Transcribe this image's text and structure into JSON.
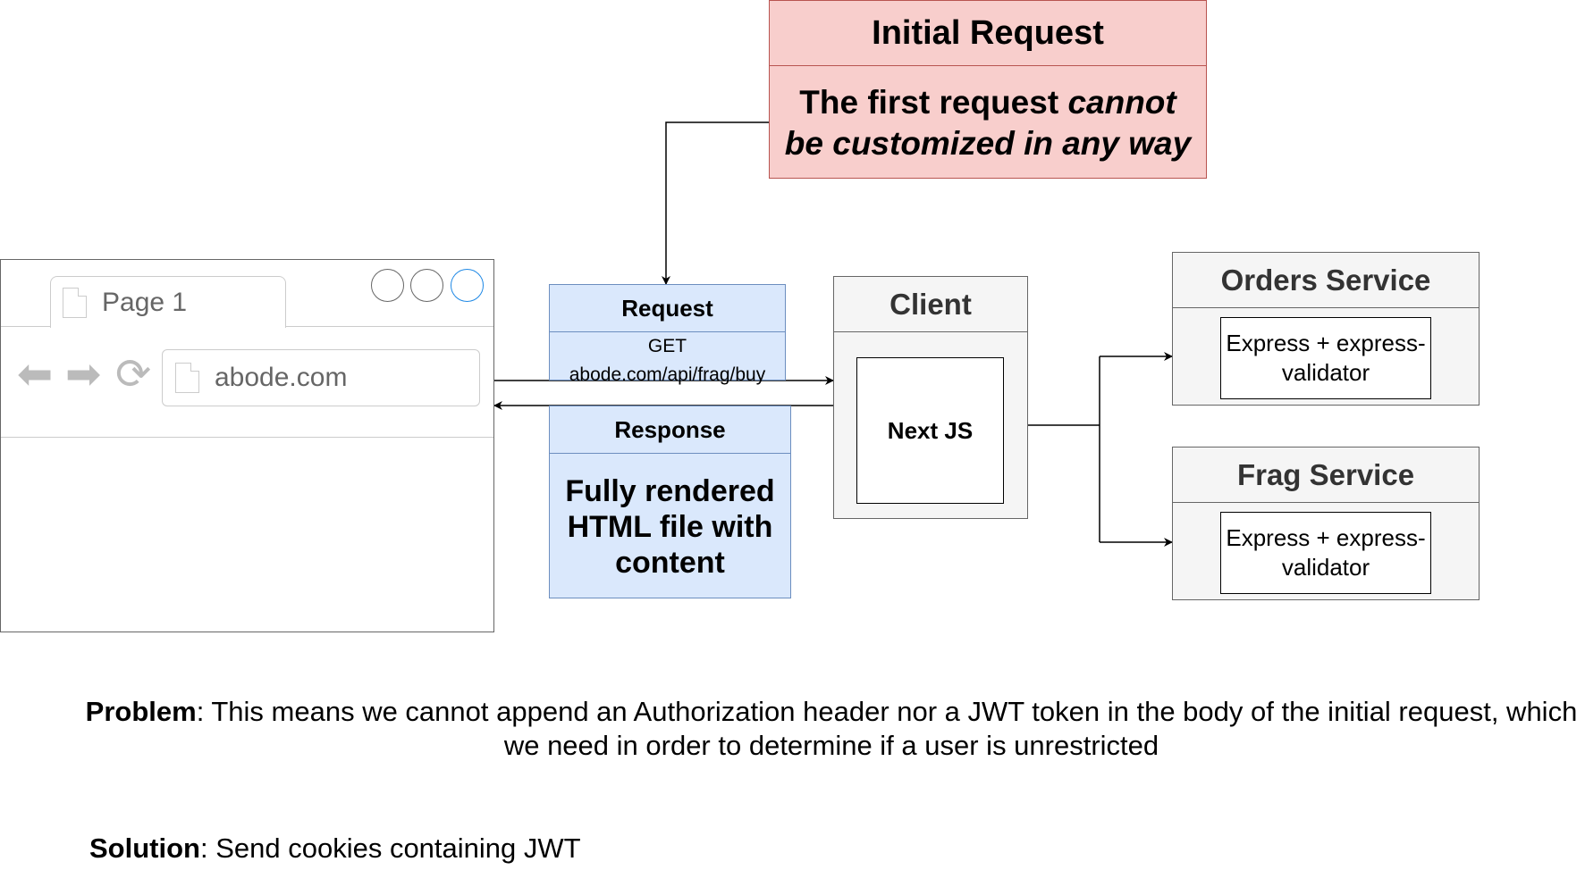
{
  "initial_request": {
    "title": "Initial Request",
    "body_plain": "The first request ",
    "body_italic_1": "cannot",
    "body_italic_2": "be customized in any way"
  },
  "browser": {
    "tab_label": "Page 1",
    "address": "abode.com"
  },
  "request": {
    "title": "Request",
    "method": "GET",
    "url": "abode.com/api/frag/buy"
  },
  "response": {
    "title": "Response",
    "body": "Fully rendered HTML file with content"
  },
  "client": {
    "title": "Client",
    "inner": "Next JS"
  },
  "services": [
    {
      "title": "Orders Service",
      "tech": "Express + express-validator"
    },
    {
      "title": "Frag Service",
      "tech": "Express + express-validator"
    }
  ],
  "problem": {
    "label": "Problem",
    "text": ": This means we cannot append an Authorization header nor a JWT token in the body of the initial request, which we need in order to determine if a user is unrestricted"
  },
  "solution": {
    "label": "Solution",
    "text": ": Send cookies containing JWT"
  }
}
